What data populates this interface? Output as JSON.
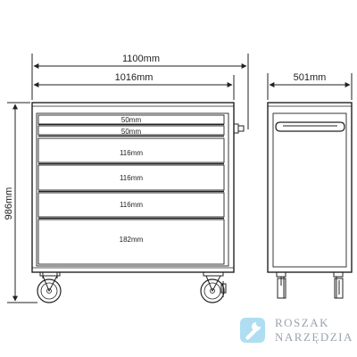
{
  "diagram": {
    "dimensions": {
      "overall_width": "1100mm",
      "body_width": "1016mm",
      "depth": "501mm",
      "height": "986mm"
    },
    "drawers": [
      {
        "height": "50mm"
      },
      {
        "height": "50mm"
      },
      {
        "height": "116mm"
      },
      {
        "height": "116mm"
      },
      {
        "height": "116mm"
      },
      {
        "height": "182mm"
      }
    ]
  },
  "watermark": {
    "line1": "ROSZAK",
    "line2": "NARZĘDZIA",
    "icon": "wrench-icon",
    "accent_color": "#6ec3e8"
  }
}
